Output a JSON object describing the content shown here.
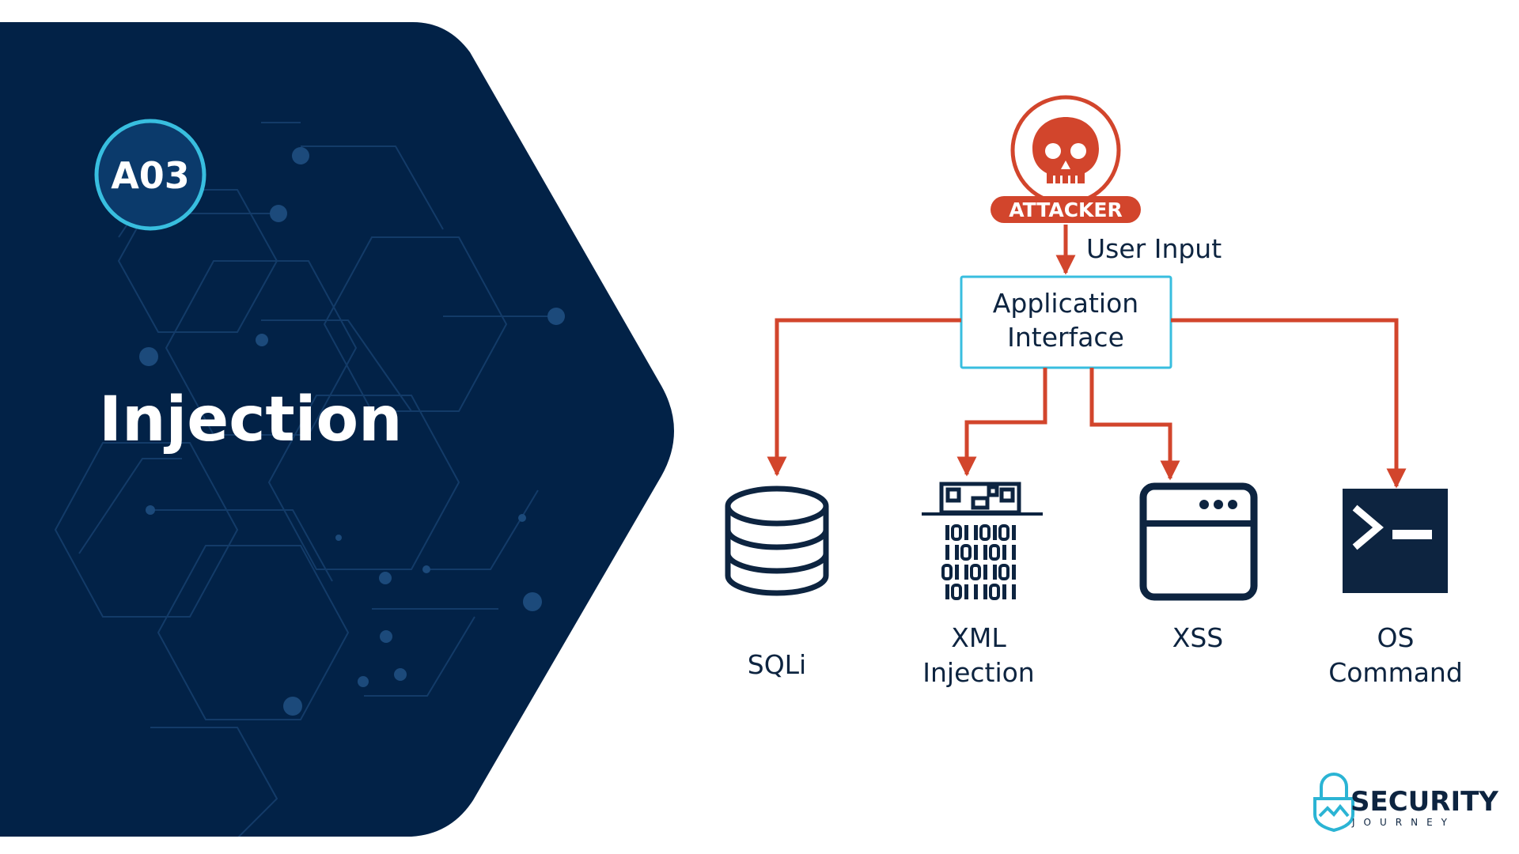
{
  "badge": {
    "label": "A03"
  },
  "title": "Injection",
  "attacker": {
    "label": "ATTACKER",
    "icon": "skull-icon"
  },
  "flow": {
    "input_label": "User Input"
  },
  "interface": {
    "line1": "Application",
    "line2": "Interface"
  },
  "targets": [
    {
      "lines": [
        "SQLi"
      ],
      "icon": "database-icon"
    },
    {
      "lines": [
        "XML",
        "Injection"
      ],
      "icon": "xml-code-icon"
    },
    {
      "lines": [
        "XSS"
      ],
      "icon": "browser-window-icon"
    },
    {
      "lines": [
        "OS",
        "Command"
      ],
      "icon": "terminal-icon"
    }
  ],
  "brand": {
    "name": "SECURITY",
    "sub": "JOURNEY"
  },
  "colors": {
    "navy": "#022247",
    "accent_red": "#d2452c",
    "cyan": "#38bedf",
    "icon_dark": "#0d2440"
  }
}
